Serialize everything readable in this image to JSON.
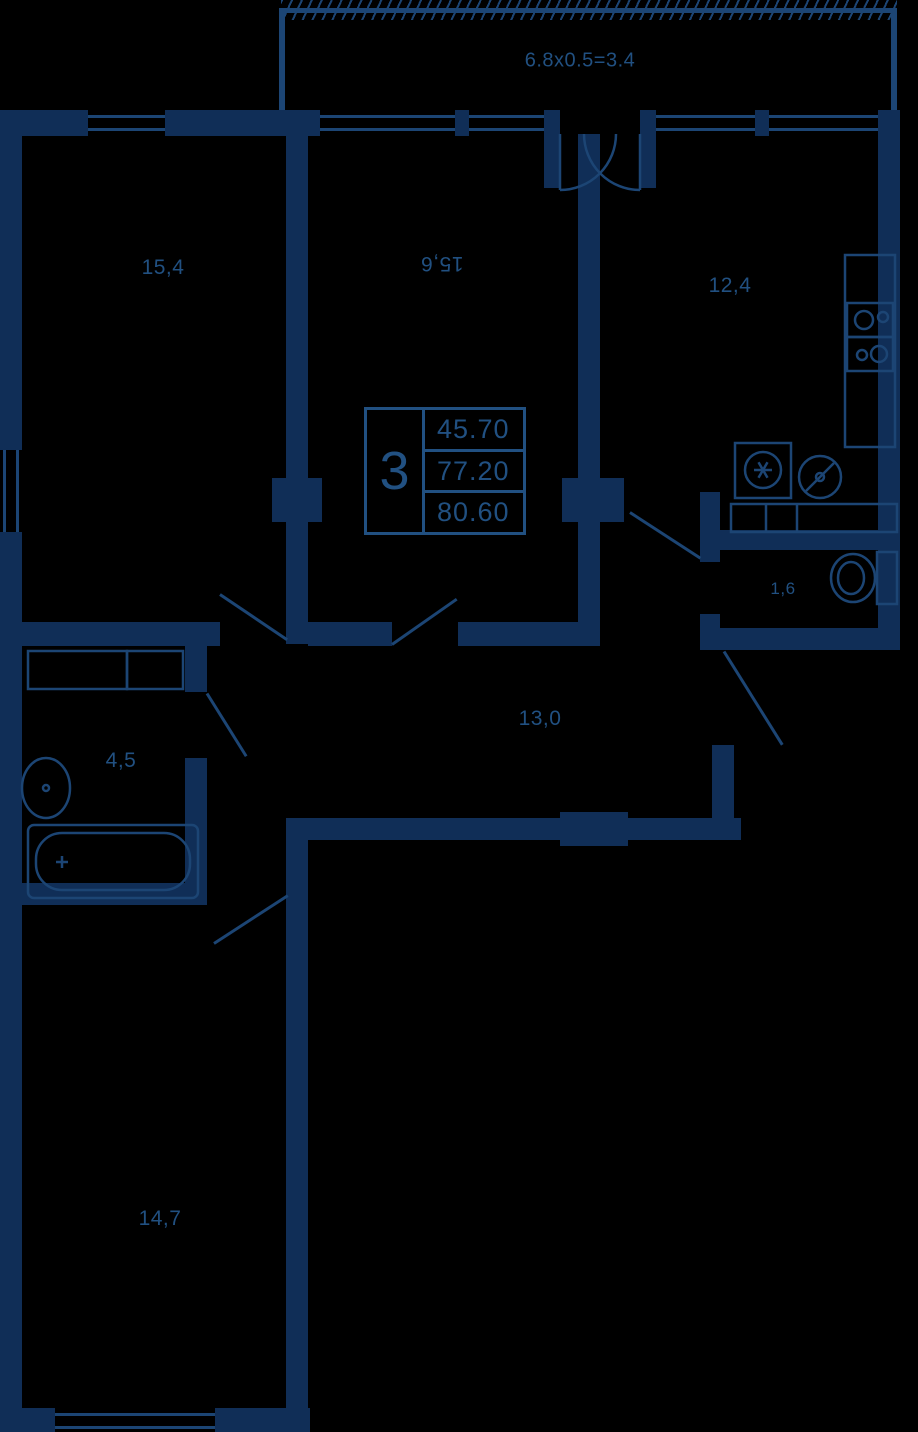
{
  "colors": {
    "background": "#000000",
    "wall": "#102e57",
    "line": "#1c4574",
    "text": "#215081"
  },
  "balcony": {
    "label": "6.8x0.5=3.4"
  },
  "rooms": {
    "room1": {
      "label": "15,4"
    },
    "room2": {
      "label": "15,6"
    },
    "kitchen": {
      "label": "12,4"
    },
    "wc": {
      "label": "1,6"
    },
    "hall": {
      "label": "13,0"
    },
    "bath": {
      "label": "4,5"
    },
    "room3": {
      "label": "14,7"
    }
  },
  "info": {
    "rooms_count": "3",
    "living_area": "45.70",
    "apartment_area": "77.20",
    "total_area": "80.60"
  }
}
